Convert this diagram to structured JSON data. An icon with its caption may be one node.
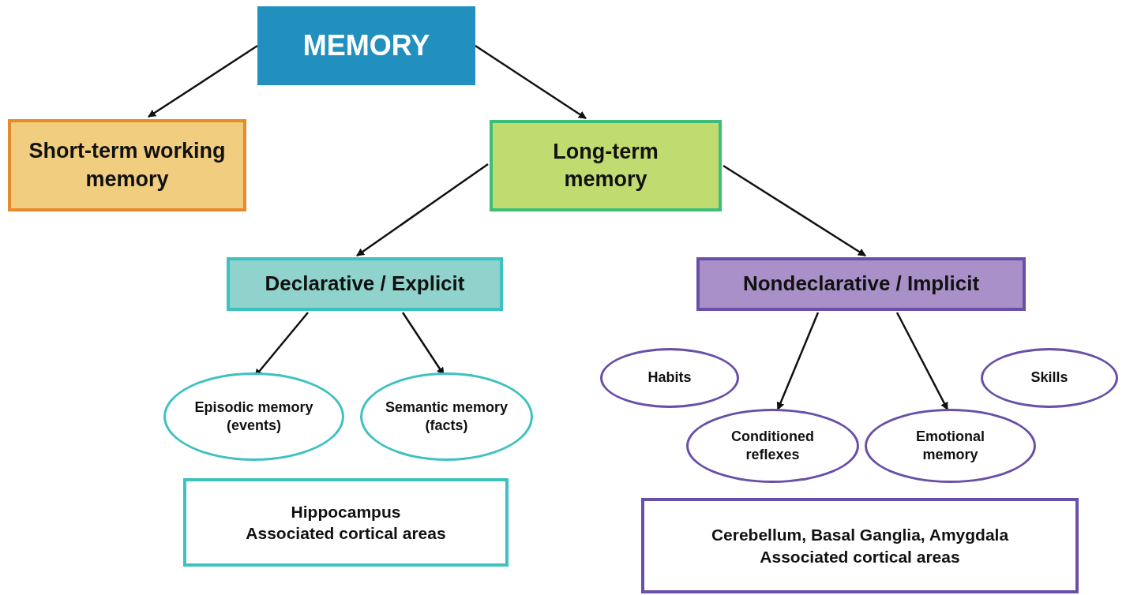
{
  "diagram": {
    "nodes": [
      {
        "text": [
          "MEMORY"
        ]
      },
      {
        "text": [
          "Short-term working memory"
        ]
      },
      {
        "text": [
          "Long-term memory"
        ]
      },
      {
        "text": [
          "Declarative / Explicit"
        ]
      },
      {
        "text": [
          "Nondeclarative / Implicit"
        ]
      },
      {
        "text": [
          "Episodic memory (events)"
        ]
      },
      {
        "text": [
          "Semantic memory (facts)"
        ]
      },
      {
        "text": [
          "Habits"
        ]
      },
      {
        "text": [
          "Skills"
        ]
      },
      {
        "text": [
          "Conditioned reflexes"
        ]
      },
      {
        "text": [
          "Emotional memory"
        ]
      },
      {
        "text": [
          "Hippocampus",
          "Associated cortical areas"
        ]
      },
      {
        "text": [
          "Cerebellum, Basal Ganglia, Amygdala",
          "Associated cortical areas"
        ]
      }
    ],
    "edges": [
      {
        "from": 0,
        "to": 1,
        "arrow": "to"
      },
      {
        "from": 0,
        "to": 2,
        "arrow": "to"
      },
      {
        "from": 2,
        "to": 3,
        "arrow": "to"
      },
      {
        "from": 2,
        "to": 4,
        "arrow": "to"
      },
      {
        "from": 3,
        "to": 5,
        "arrow": "to"
      },
      {
        "from": 3,
        "to": 6,
        "arrow": "to"
      },
      {
        "from": 4,
        "to": 9,
        "arrow": "to"
      },
      {
        "from": 4,
        "to": 10,
        "arrow": "to"
      }
    ]
  }
}
